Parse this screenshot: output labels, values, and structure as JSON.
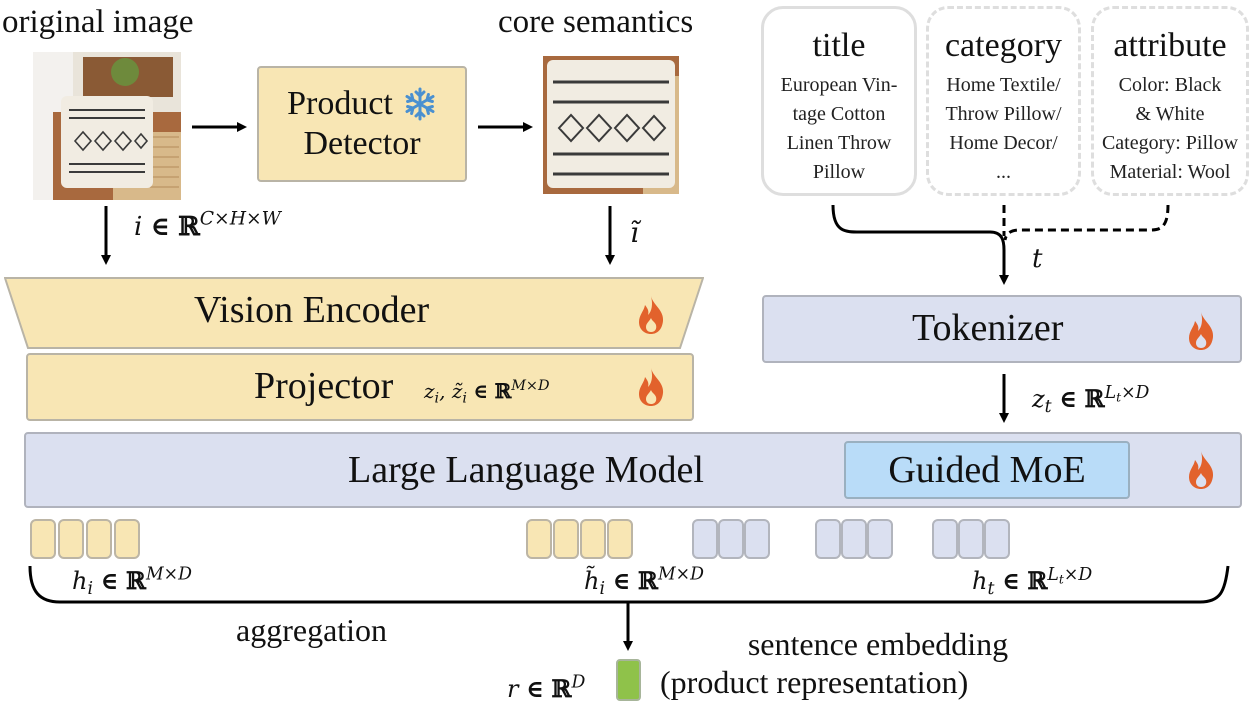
{
  "top": {
    "original_image_label": "original image",
    "core_semantics_label": "core semantics",
    "product_detector": {
      "line1": "Product",
      "line2": "Detector",
      "icon": "snowflake-icon"
    }
  },
  "text_inputs": [
    {
      "head": "title",
      "lines": [
        "European Vin-",
        "tage Cotton",
        "Linen Throw",
        "Pillow"
      ],
      "border": "solid"
    },
    {
      "head": "category",
      "lines": [
        "Home Textile/",
        "Throw Pillow/",
        "Home Decor/",
        "..."
      ],
      "border": "dashed"
    },
    {
      "head": "attribute",
      "lines": [
        "Color: Black",
        "& White",
        "Category: Pillow",
        "Material: Wool"
      ],
      "border": "dashed"
    }
  ],
  "math": {
    "i_var": "i",
    "in": "∈",
    "R": "ℝ",
    "i_sup": "C×H×W",
    "itilde": "ĩ",
    "t_var": "t",
    "zi": "z",
    "zi_sub": "i",
    "zi_tilde": "z̃",
    "zi_sup": "M×D",
    "zt": "z",
    "zt_sub": "t",
    "zt_sup_L": "L",
    "zt_sup_Lsub": "t",
    "zt_sup_rest": "×D",
    "hi": "h",
    "hi_sub": "i",
    "hi_sup": "M×D",
    "hti": "h̃",
    "hti_sub": "i",
    "hti_sup": "M×D",
    "ht": "h",
    "ht_sub": "t",
    "ht_sup_L": "L",
    "ht_sup_Lsub": "t",
    "ht_sup_rest": "×D",
    "r": "r",
    "r_sup": "D"
  },
  "blocks": {
    "vision_encoder": "Vision Encoder",
    "projector": "Projector",
    "tokenizer": "Tokenizer",
    "llm": "Large Language Model",
    "guided_moe": "Guided MoE",
    "trainable_icon": "flame-icon"
  },
  "tokens": {
    "image_tokens": 4,
    "core_tokens": 4,
    "text_groups": [
      3,
      3,
      3
    ]
  },
  "bottom": {
    "aggregation": "aggregation",
    "sentence_embedding": "sentence embedding",
    "product_representation": "(product representation)"
  },
  "colors": {
    "yellow_block": "#f8e6b4",
    "lavender_block": "#dbe0f0",
    "moe_blue": "#b9dcf8",
    "flame": "#e2622c",
    "snowflake": "#4a90d0",
    "embedding_green": "#8fc24a"
  }
}
